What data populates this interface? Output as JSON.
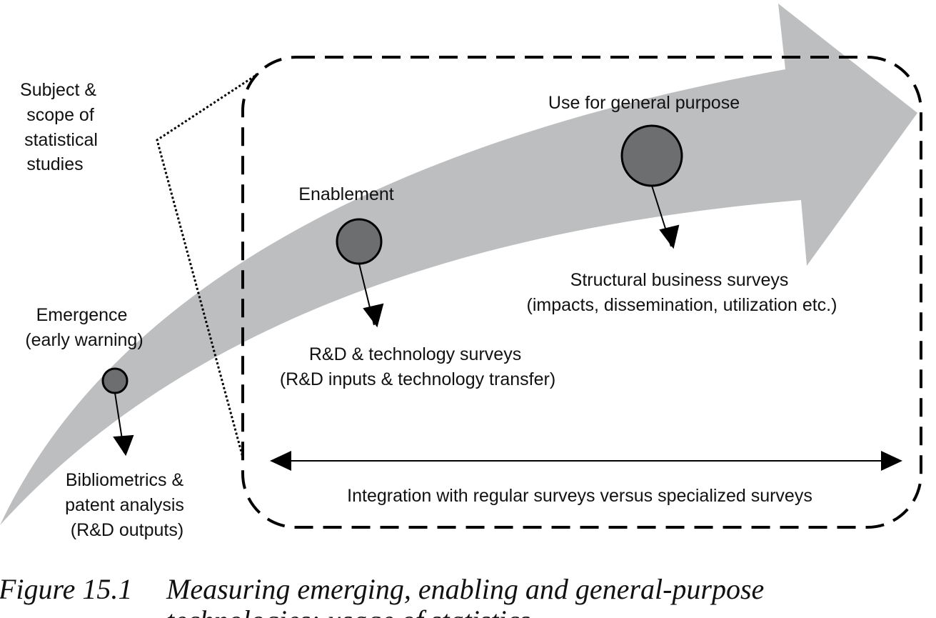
{
  "labels": {
    "subject": [
      "Subject &",
      "scope of",
      "statistical",
      "studies"
    ],
    "emergence": [
      "Emergence",
      "(early warning)"
    ],
    "enablement": "Enablement",
    "general": "Use for general purpose",
    "biblio": [
      "Bibliometrics &",
      "patent analysis",
      "(R&D outputs)"
    ],
    "rnd": [
      "R&D & technology surveys",
      "(R&D inputs & technology transfer)"
    ],
    "structural": [
      "Structural business surveys",
      "(impacts, dissemination, utilization etc.)"
    ],
    "integration": "Integration with regular surveys versus specialized surveys"
  },
  "caption": {
    "number": "Figure 15.1",
    "line1": "Measuring emerging, enabling and general-purpose",
    "line2": "technologies: usage of statistics"
  },
  "colors": {
    "arrow": "#bdbebf",
    "node": "#6d6e70"
  }
}
